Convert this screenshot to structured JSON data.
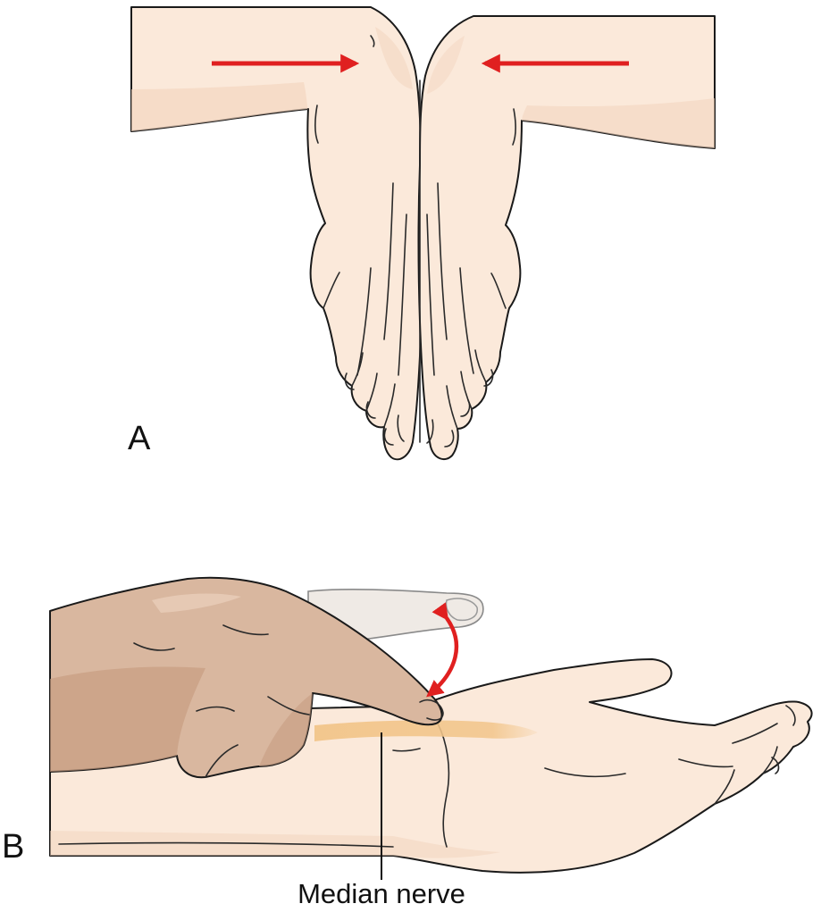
{
  "panels": [
    {
      "id": "A",
      "letter": "A"
    },
    {
      "id": "B",
      "letter": "B"
    }
  ],
  "labels": {
    "median_nerve": "Median nerve"
  },
  "colors": {
    "skin_light": "#fbe9da",
    "skin_shadow": "#f3d5c0",
    "examiner_skin": "#d9b79f",
    "examiner_shadow": "#c79d82",
    "ghost_finger": "#ece6e0",
    "arrow_red": "#e02020",
    "nerve": "#f2c58a",
    "outline": "#1a1a1a"
  },
  "icons": {
    "panel_a_arrows": "converging-arrows",
    "panel_b_arrow": "double-headed-curved-arrow"
  }
}
